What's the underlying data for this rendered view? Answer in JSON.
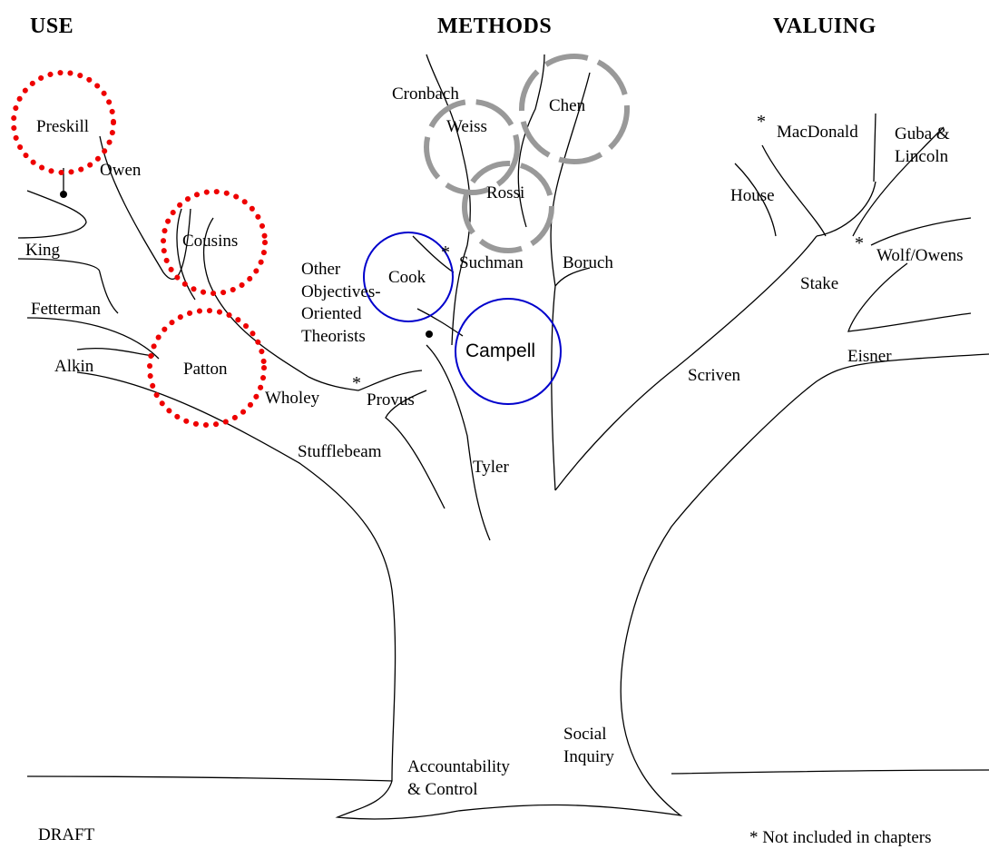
{
  "headers": {
    "use": "USE",
    "methods": "METHODS",
    "valuing": "VALUING"
  },
  "names": {
    "preskill": "Preskill",
    "owen": "Owen",
    "king": "King",
    "cousins": "Cousins",
    "fetterman": "Fetterman",
    "alkin": "Alkin",
    "patton": "Patton",
    "wholey": "Wholey",
    "stufflebeam": "Stufflebeam",
    "cronbach": "Cronbach",
    "weiss": "Weiss",
    "chen": "Chen",
    "rossi": "Rossi",
    "suchman": "Suchman",
    "boruch": "Boruch",
    "cook": "Cook",
    "campbell": "Campell",
    "provus": "Provus",
    "tyler": "Tyler",
    "other_line1": "Other",
    "other_line2": "Objectives-",
    "other_line3": "Oriented",
    "other_line4": "Theorists",
    "macdonald": "MacDonald",
    "guba_line1": "Guba &",
    "guba_line2": "Lincoln",
    "house": "House",
    "wolf_owens": "Wolf/Owens",
    "stake": "Stake",
    "scriven": "Scriven",
    "eisner": "Eisner"
  },
  "roots": {
    "accountability_line1": "Accountability",
    "accountability_line2": "& Control",
    "social_line1": "Social",
    "social_line2": "Inquiry"
  },
  "footer": {
    "draft": "DRAFT",
    "note": "* Not included in chapters",
    "asterisk": "*"
  },
  "colors": {
    "ink": "#000000",
    "use_highlight": "#ee0000",
    "methods_highlight_gray": "#999999",
    "methods_highlight_blue": "#0000cc"
  }
}
